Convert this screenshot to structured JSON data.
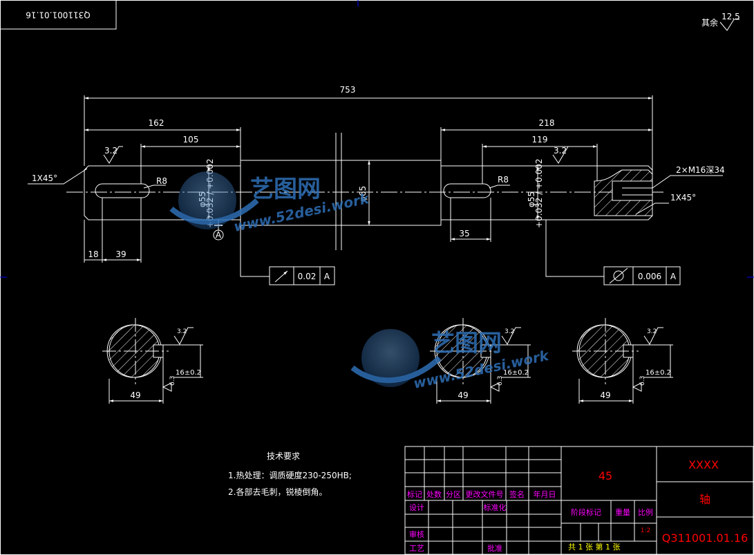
{
  "drawing_number_box": "Q311001.01.16",
  "surface_finish_note": {
    "label": "其余",
    "value": "12.5"
  },
  "dimensions": {
    "overall_length": "753",
    "left_section": "162",
    "left_keyway_length": "105",
    "right_section": "218",
    "right_keyway_length": "119",
    "left_offset_18": "18",
    "left_offset_39": "39",
    "right_offset_35": "35",
    "chamfer_left": "1X45°",
    "chamfer_right": "1X45°",
    "fillet_left": "R8",
    "fillet_right": "R8",
    "thread": "2×M16深34",
    "dia_left": "φ55",
    "dia_left_tol": "+0.032 / +0.002",
    "dia_mid": "φ65",
    "dia_right": "φ55",
    "dia_right_tol": "+0.032 / +0.002",
    "roughness_left": "3.2",
    "roughness_right": "3.2",
    "datum": "A"
  },
  "tolerance_frames": [
    {
      "symbol": "runout",
      "value": "0.02",
      "datum": "A"
    },
    {
      "symbol": "cylindricity",
      "value": "0.006",
      "datum": "A"
    }
  ],
  "sections": [
    {
      "width": "49",
      "depth": "16±0.2",
      "roughness_top": "3.2",
      "roughness_side": "6.3"
    },
    {
      "width": "49",
      "depth": "16±0.2",
      "roughness_top": "3.2",
      "roughness_side": "6.3"
    },
    {
      "width": "49",
      "depth": "16±0.2",
      "roughness_top": "3.2",
      "roughness_side": "6.3"
    }
  ],
  "tech_requirements": {
    "title": "技术要求",
    "items": [
      "1.热处理：调质硬度230-250HB;",
      "2.各部去毛刺，锐棱倒角。"
    ]
  },
  "watermark": {
    "brand": "艺图网",
    "url": "www.52desi.work"
  },
  "title_block": {
    "material": "45",
    "company": "XXXX",
    "part_name": "轴",
    "drawing_number": "Q311001.01.16",
    "header_labels": [
      "标记",
      "处数",
      "分区",
      "更改文件号",
      "签名",
      "年月日"
    ],
    "design_label": "设计",
    "standard_label": "标准化",
    "stage_label": "阶段标记",
    "weight_label": "重量",
    "scale_label": "比例",
    "scale_value": "1:2",
    "review_label": "审核",
    "process_label": "工艺",
    "approve_label": "批准",
    "sheets": "共 1 张  第 1 张"
  },
  "colors": {
    "line": "#ffffff",
    "accent": "#ff0000",
    "magenta": "#ff00ff",
    "frame_tick": "#0000ff"
  }
}
